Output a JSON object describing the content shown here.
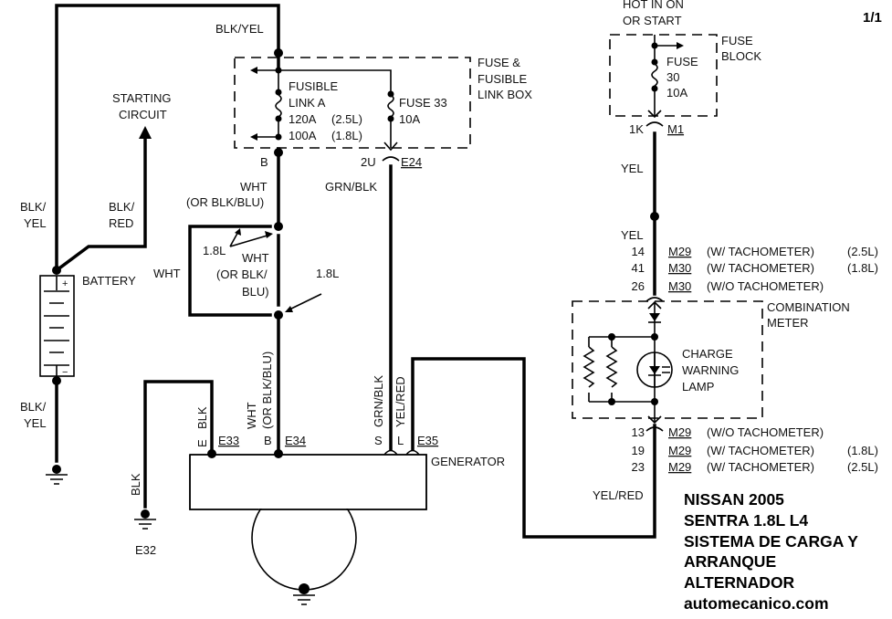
{
  "page_indicator": "1/1",
  "title_block": {
    "lines": [
      "NISSAN 2005",
      "SENTRA 1.8L L4",
      "SISTEMA DE CARGA Y",
      "ARRANQUE",
      "ALTERNADOR",
      "automecanico.com"
    ]
  },
  "labels": {
    "blk_yel_top": "BLK/YEL",
    "starting_circuit_1": "STARTING",
    "starting_circuit_2": "CIRCUIT",
    "blk_yel_left_1": "BLK/",
    "blk_yel_left_2": "YEL",
    "blk_red_1": "BLK/",
    "blk_red_2": "RED",
    "battery": "BATTERY",
    "battery_plus": "+",
    "battery_minus": "−",
    "blk_yel_bottom_1": "BLK/",
    "blk_yel_bottom_2": "YEL",
    "wht_loop": "WHT",
    "l18_a": "1.8L",
    "l18_b": "1.8L",
    "wht_or_1": "WHT",
    "wht_or_2": "(OR BLK/BLU)",
    "wht_or_mid_1": "WHT",
    "wht_or_mid_2": "(OR BLK/",
    "wht_or_mid_3": "BLU)",
    "fuse_box_1": "FUSE &",
    "fuse_box_2": "FUSIBLE",
    "fuse_box_3": "LINK BOX",
    "fusible_link_1": "FUSIBLE",
    "fusible_link_2": "LINK A",
    "fusible_link_3": "120A",
    "fusible_link_3b": "(2.5L)",
    "fusible_link_4": "100A",
    "fusible_link_4b": "(1.8L)",
    "fuse33_1": "FUSE 33",
    "fuse33_2": "10A",
    "pin_b": "B",
    "pin_2u": "2U",
    "conn_e24": "E24",
    "grn_blk_h": "GRN/BLK",
    "blk_v1": "BLK",
    "blk_v2": "BLK",
    "wht_v1": "WHT",
    "wht_v2": "(OR BLK/BLU)",
    "grn_blk_v": "GRN/BLK",
    "yel_red_v": "YEL/RED",
    "pin_e": "E",
    "conn_e33": "E33",
    "pin_b2": "B",
    "conn_e34": "E34",
    "pin_s": "S",
    "pin_l": "L",
    "conn_e35": "E35",
    "generator": "GENERATOR",
    "ground_e32": "E32",
    "hot_1": "HOT IN ON",
    "hot_2": "OR START",
    "fuse_block_1": "FUSE",
    "fuse_block_2": "BLOCK",
    "fuse30_1": "FUSE",
    "fuse30_2": "30",
    "fuse30_3": "10A",
    "pin_1k": "1K",
    "conn_m1": "M1",
    "yel_1": "YEL",
    "yel_2": "YEL",
    "combination_1": "COMBINATION",
    "combination_2": "METER",
    "lamp_1": "CHARGE",
    "lamp_2": "WARNING",
    "lamp_3": "LAMP",
    "yel_red_right": "YEL/RED"
  },
  "meter_inputs": [
    {
      "pin": "14",
      "conn": "M29",
      "note": "(W/ TACHOMETER)",
      "engine": "(2.5L)"
    },
    {
      "pin": "41",
      "conn": "M30",
      "note": "(W/ TACHOMETER)",
      "engine": "(1.8L)"
    },
    {
      "pin": "26",
      "conn": "M30",
      "note": "(W/O TACHOMETER)",
      "engine": ""
    }
  ],
  "meter_outputs": [
    {
      "pin": "13",
      "conn": "M29",
      "note": "(W/O TACHOMETER)",
      "engine": ""
    },
    {
      "pin": "19",
      "conn": "M29",
      "note": "(W/ TACHOMETER)",
      "engine": "(1.8L)"
    },
    {
      "pin": "23",
      "conn": "M29",
      "note": "(W/ TACHOMETER)",
      "engine": "(2.5L)"
    }
  ]
}
